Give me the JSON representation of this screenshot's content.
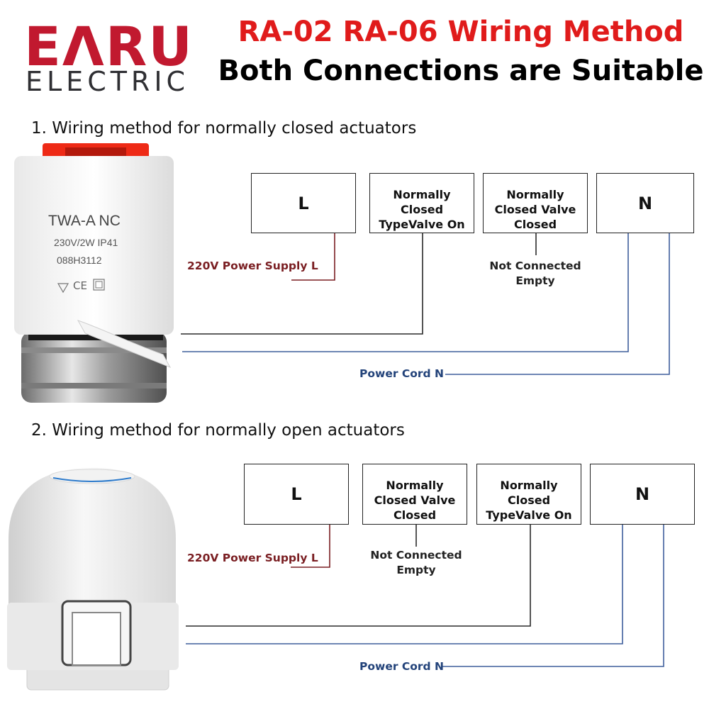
{
  "brand": {
    "name": "EΛRU",
    "sub": "ELECTRIC"
  },
  "header": {
    "line1": "RA-02 RA-06 Wiring Method",
    "line2": "Both Connections are Suitable"
  },
  "section1": {
    "title": "1. Wiring method for normally closed actuators",
    "device": {
      "model": "TWA-A NC",
      "rating": "230V/2W  IP41",
      "code": "088H3112"
    },
    "boxes": [
      "L",
      "Normally Closed TypeValve On",
      "Normally Closed Valve Closed",
      "N"
    ],
    "supply_label": "220V Power Supply L",
    "not_connected": "Not Connected Empty",
    "cord_label": "Power Cord N"
  },
  "section2": {
    "title": "2. Wiring method for normally open actuators",
    "boxes": [
      "L",
      "Normally Closed Valve Closed",
      "Normally Closed TypeValve On",
      "N"
    ],
    "supply_label": "220V Power Supply L",
    "not_connected": "Not Connected Empty",
    "cord_label": "Power Cord N"
  },
  "colors": {
    "brand": "#c1192f",
    "header_red": "#e01b1b",
    "supply_red": "#7a1e22",
    "cord_blue": "#23437a"
  }
}
